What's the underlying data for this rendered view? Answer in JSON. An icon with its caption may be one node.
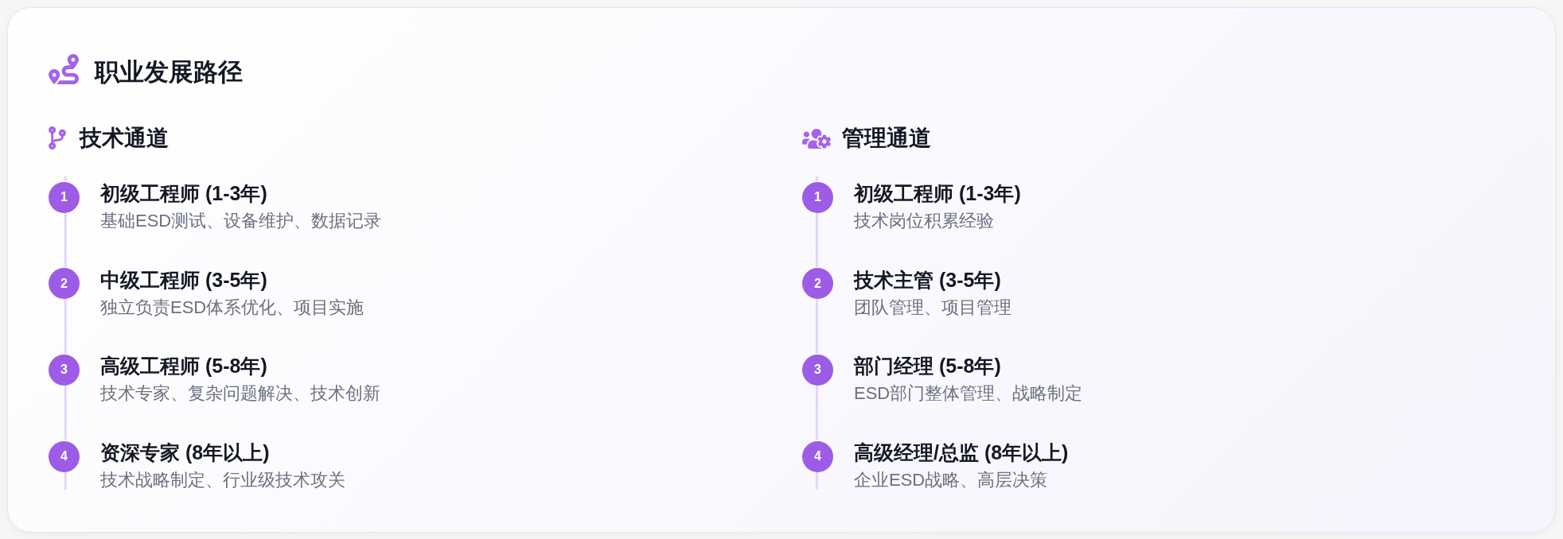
{
  "diagram": {
    "title": "职业发展路径",
    "nodes": [
      {
        "text": [
          "1"
        ],
        "beside": [
          "初级工程师 (1-3年)",
          "基础ESD测试、设备维护、数据记录"
        ]
      },
      {
        "text": [
          "2"
        ],
        "beside": [
          "中级工程师 (3-5年)",
          "独立负责ESD体系优化、项目实施"
        ]
      },
      {
        "text": [
          "3"
        ],
        "beside": [
          "高级工程师 (5-8年)",
          "技术专家、复杂问题解决、技术创新"
        ]
      },
      {
        "text": [
          "4"
        ],
        "beside": [
          "资深专家 (8年以上)",
          "技术战略制定、行业级技术攻关"
        ]
      },
      {
        "text": [
          "1"
        ],
        "beside": [
          "初级工程师 (1-3年)",
          "技术岗位积累经验"
        ]
      },
      {
        "text": [
          "2"
        ],
        "beside": [
          "技术主管 (3-5年)",
          "团队管理、项目管理"
        ]
      },
      {
        "text": [
          "3"
        ],
        "beside": [
          "部门经理 (5-8年)",
          "ESD部门整体管理、战略制定"
        ]
      },
      {
        "text": [
          "4"
        ],
        "beside": [
          "高级经理/总监 (8年以上)",
          "企业ESD战略、高层决策"
        ]
      }
    ],
    "edges": [
      {
        "from": 0,
        "to": 1,
        "arrow": "none"
      },
      {
        "from": 1,
        "to": 2,
        "arrow": "none"
      },
      {
        "from": 2,
        "to": 3,
        "arrow": "none"
      },
      {
        "from": 4,
        "to": 5,
        "arrow": "none"
      },
      {
        "from": 5,
        "to": 6,
        "arrow": "none"
      },
      {
        "from": 6,
        "to": 7,
        "arrow": "none"
      }
    ],
    "labels": [
      "技术通道",
      "管理通道"
    ]
  }
}
